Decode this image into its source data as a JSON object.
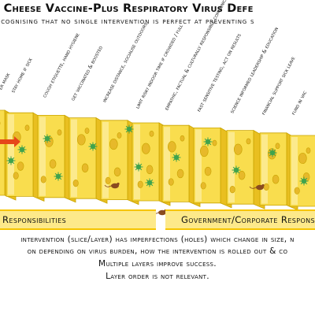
{
  "header": {
    "title": "s Cheese Vaccine-Plus Respiratory Virus Defe",
    "subtitle": "ecognising that no single intervention is perfect at preventing s"
  },
  "layers": [
    "er mask",
    "stay home if sick",
    "cough etiquette, hand hygiene",
    "get vaccinated & boosted",
    "increase distance, socialise outdoors",
    "limit risky indoor time if crowded / full",
    "empathic, factual & culturally responsible communication",
    "fast sensitive testing, act on results",
    "science informed leadership & education",
    "financial support sick leave",
    "fund in vac"
  ],
  "sections": {
    "personal": "Responsibilities",
    "government": "Government/Corporate Responsi"
  },
  "footer": [
    "intervention (slice/layer) has imperfections (holes) which change in size, n",
    "on depending on virus burden, how the intervention is rolled out & co",
    "Multiple layers improve success.",
    "Layer order is not relevant."
  ],
  "colors": {
    "cheese": "#f9dd4e",
    "cheese_light": "#fdf0a8",
    "cheese_edge": "#c9a400",
    "hole": "#e7b92a",
    "virus": "#3fa34d",
    "mouse": "#8a4b1f",
    "arrow": "#e6461a",
    "bar": "#fde98a"
  }
}
